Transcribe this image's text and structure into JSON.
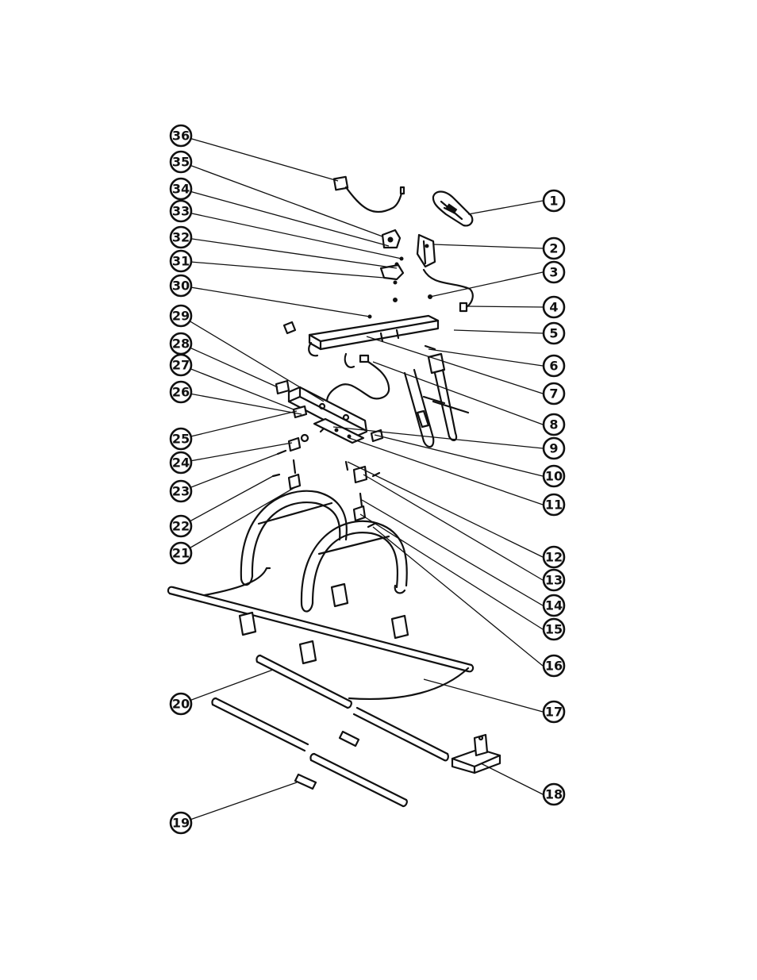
{
  "callouts": [
    {
      "id": "1",
      "label": "1"
    },
    {
      "id": "2",
      "label": "2"
    },
    {
      "id": "3",
      "label": "3"
    },
    {
      "id": "4",
      "label": "4"
    },
    {
      "id": "5",
      "label": "5"
    },
    {
      "id": "6",
      "label": "6"
    },
    {
      "id": "7",
      "label": "7"
    },
    {
      "id": "8",
      "label": "8"
    },
    {
      "id": "9",
      "label": "9"
    },
    {
      "id": "10",
      "label": "10"
    },
    {
      "id": "11",
      "label": "11"
    },
    {
      "id": "12",
      "label": "12"
    },
    {
      "id": "13",
      "label": "13"
    },
    {
      "id": "14",
      "label": "14"
    },
    {
      "id": "15",
      "label": "15"
    },
    {
      "id": "16",
      "label": "16"
    },
    {
      "id": "17",
      "label": "17"
    },
    {
      "id": "18",
      "label": "18"
    },
    {
      "id": "19",
      "label": "19"
    },
    {
      "id": "20",
      "label": "20"
    },
    {
      "id": "21",
      "label": "21"
    },
    {
      "id": "22",
      "label": "22"
    },
    {
      "id": "23",
      "label": "23"
    },
    {
      "id": "24",
      "label": "24"
    },
    {
      "id": "25",
      "label": "25"
    },
    {
      "id": "26",
      "label": "26"
    },
    {
      "id": "27",
      "label": "27"
    },
    {
      "id": "28",
      "label": "28"
    },
    {
      "id": "29",
      "label": "29"
    },
    {
      "id": "30",
      "label": "30"
    },
    {
      "id": "31",
      "label": "31"
    },
    {
      "id": "32",
      "label": "32"
    },
    {
      "id": "33",
      "label": "33"
    },
    {
      "id": "34",
      "label": "34"
    },
    {
      "id": "35",
      "label": "35"
    },
    {
      "id": "36",
      "label": "36"
    }
  ],
  "colors": {
    "ink": "#111111",
    "paper": "#ffffff"
  }
}
